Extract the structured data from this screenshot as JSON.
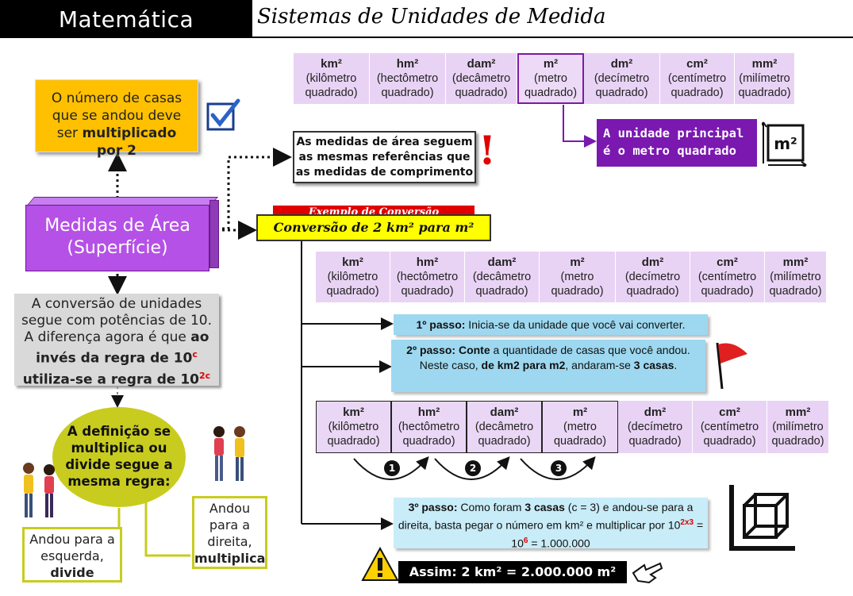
{
  "header": {
    "subject": "Matemática",
    "topic": "Sistemas de Unidades de Medida"
  },
  "units": [
    {
      "sym": "km²",
      "name": "(kilômetro quadrado)"
    },
    {
      "sym": "hm²",
      "name": "(hectômetro quadrado)"
    },
    {
      "sym": "dam²",
      "name": "(decâmetro quadrado)"
    },
    {
      "sym": "m²",
      "name": "(metro quadrado)"
    },
    {
      "sym": "dm²",
      "name": "(decímetro quadrado)"
    },
    {
      "sym": "cm²",
      "name": "(centímetro quadrado)"
    },
    {
      "sym": "mm²",
      "name": "(milímetro quadrado)"
    }
  ],
  "left": {
    "multi_pre": "O número de casas que se andou deve ser ",
    "multi_bold": "multiplicado por 2",
    "area_title": "Medidas de Área",
    "area_sub": "(Superfície)",
    "conv_text_1": "A conversão de unidades segue com potências de 10. A diferença agora é que ",
    "conv_bold_1": "ao invés da regra de 10",
    "conv_sup_1": "c",
    "conv_bold_2": " utiliza-se a regra de 10",
    "conv_sup_2": "2c",
    "ellipse": "A definição se multiplica ou divide segue a mesma regra:",
    "esq_1": "Andou para a esquerda,",
    "esq_2": "divide",
    "dir_1": "Andou para a direita,",
    "dir_2": "multiplica"
  },
  "middle": {
    "ref": "As medidas de área seguem as mesmas referências que as medidas de comprimento",
    "principal": "A unidade principal é o metro quadrado",
    "m2_icon": "m²",
    "ex_tag": "Exemplo de Conversão",
    "ex_title": "Conversão de 2 km² para m²"
  },
  "steps": {
    "s1_bold": "1º passo:",
    "s1_text": " Inicia-se da unidade que você vai converter.",
    "s2_bold": "2º passo: Conte",
    "s2_text_1": " a quantidade de casas que você andou. Neste caso, ",
    "s2_bold_2": "de km2 para m2",
    "s2_text_2": ", andaram-se ",
    "s2_bold_3": "3 casas",
    "s2_text_3": ".",
    "s3_bold": "3º passo:",
    "s3_text_1": " Como foram ",
    "s3_bold_2": "3 casas",
    "s3_text_2": " (c = 3) e andou-se para a direita, basta pegar o número em km² e multiplicar por 10",
    "s3_sup_1": "2x3",
    "s3_text_3": " = 10",
    "s3_sup_2": "6",
    "s3_text_4": " = 1.000.000",
    "jump_1": "1",
    "jump_2": "2",
    "jump_3": "3"
  },
  "result": "Assim: 2 km² = 2.000.000 m²",
  "colors": {
    "purple": "#b551e6",
    "dark_purple": "#7a18b0",
    "unit_bg": "#e9d3f5",
    "step_blue": "#9dd8f0",
    "orange": "#ffc000",
    "olive": "#c8cc1f",
    "red": "#e00000"
  }
}
